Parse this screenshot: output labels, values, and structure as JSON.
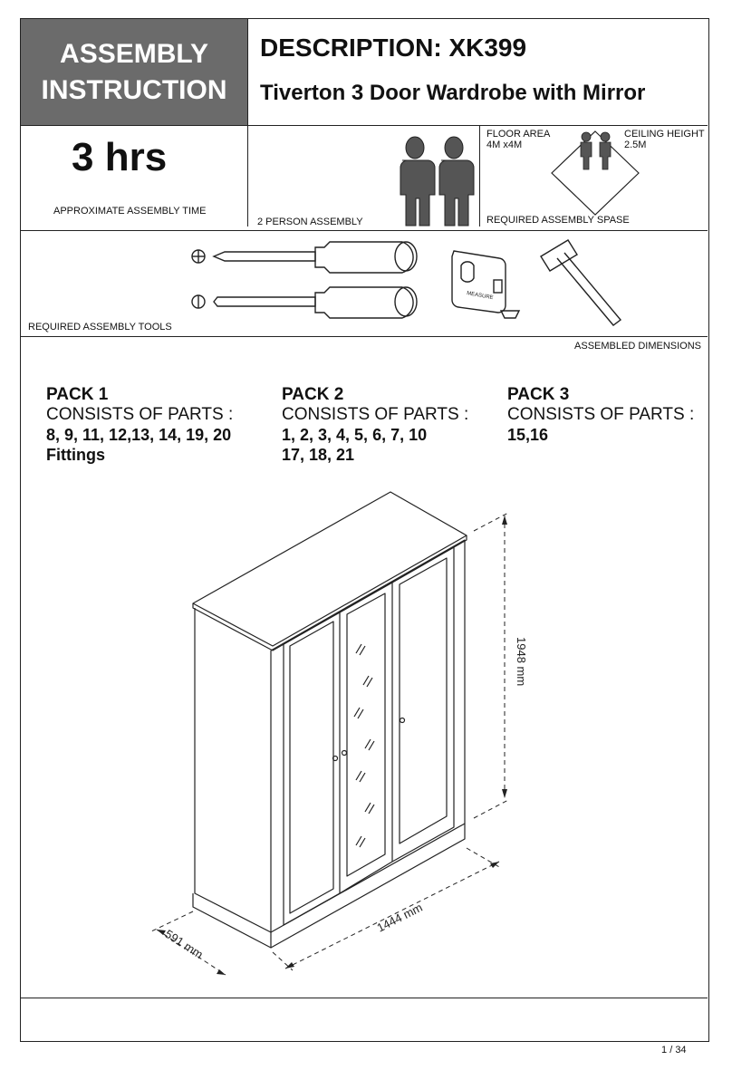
{
  "header": {
    "badge_line1": "ASSEMBLY",
    "badge_line2": "INSTRUCTION",
    "description": "DESCRIPTION: XK399",
    "product_name": "Tiverton 3 Door Wardrobe with Mirror"
  },
  "requirements": {
    "time_value": "3 hrs",
    "time_label": "APPROXIMATE ASSEMBLY TIME",
    "persons_label": "2 PERSON ASSEMBLY",
    "floor_area_label": "FLOOR AREA",
    "floor_area_value": "4M x4M",
    "ceiling_label": "CEILING HEIGHT",
    "ceiling_value": "2.5M",
    "space_label": "REQUIRED ASSEMBLY SPASE"
  },
  "tools": {
    "label": "REQUIRED ASSEMBLY TOOLS",
    "tape_text": "MEASURE"
  },
  "dimensions": {
    "section_label": "ASSEMBLED DIMENSIONS",
    "height": "1948 mm",
    "width": "1444 mm",
    "depth": "591 mm"
  },
  "packs": [
    {
      "title": "PACK 1",
      "subtitle": "CONSISTS OF PARTS :",
      "parts_line1": "8, 9, 11, 12,13, 14, 19, 20",
      "parts_line2": "Fittings"
    },
    {
      "title": "PACK 2",
      "subtitle": "CONSISTS OF PARTS :",
      "parts_line1": "1, 2, 3, 4, 5, 6, 7, 10",
      "parts_line2": "17, 18, 21"
    },
    {
      "title": "PACK 3",
      "subtitle": "CONSISTS OF PARTS :",
      "parts_line1": "15,16",
      "parts_line2": ""
    }
  ],
  "footer": {
    "page_number": "1",
    "page_sep": "/",
    "page_total": "34"
  }
}
